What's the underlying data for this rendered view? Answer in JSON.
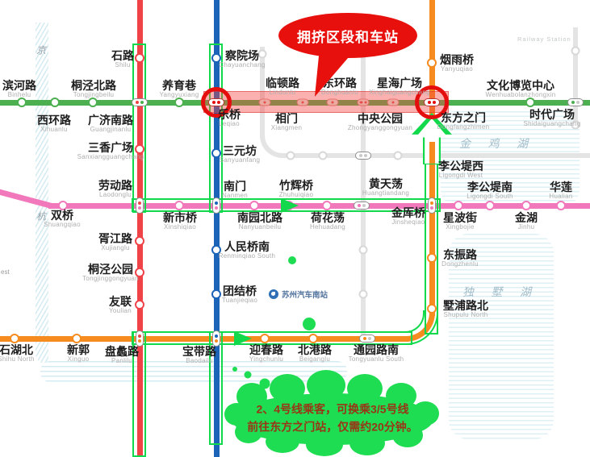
{
  "callouts": {
    "congestion": "拥挤区段和车站",
    "note_line1": "2、4号线乘客，可换乘3/5号线",
    "note_line2": "前往东方之门站，仅需约20分钟。"
  },
  "landmarks": {
    "jinjihu": "金 鸡 湖",
    "dushuhu": "独 墅 湖",
    "canal_char_top": "京",
    "canal_char_bottom": "杭",
    "railway_station_hint": "Railway Station",
    "edge_text_fragment": "est",
    "bus_station": "苏州汽车南站"
  },
  "colors": {
    "line1_green": "#4CB050",
    "line2_red": "#F04348",
    "line3_orange": "#F68B1F",
    "line4_blue": "#1B64B7",
    "line5_pink": "#F278BC",
    "under_construction_gray": "#E4E4E4",
    "highlight_route_green": "#12D94C",
    "congestion_red": "#E8100C"
  },
  "lines": {
    "line1": {
      "stations": {
        "binhelu": {
          "zh": "滨河路",
          "py": "Binhelu"
        },
        "xihuanlu": {
          "zh": "西环路",
          "py": "Xihuanlu"
        },
        "tongjingbeilu": {
          "zh": "桐泾北路",
          "py": "Tongjingbeilu"
        },
        "guangjinanlu": {
          "zh": "广济南路",
          "py": "Guangjinanlu"
        },
        "yangyuxiang": {
          "zh": "养育巷",
          "py": "Yangyuxiang"
        },
        "leqiao": {
          "zh": "乐桥",
          "py": "Leqiao"
        },
        "lindunlu": {
          "zh": "临顿路",
          "py": "Lindunlu"
        },
        "xiangmen": {
          "zh": "相门",
          "py": "Xiangmen"
        },
        "donghuanlu": {
          "zh": "东环路",
          "py": "Donghuanlu"
        },
        "xinghaiguangchang": {
          "zh": "星海广场",
          "py": "Xinghaiguangchang"
        },
        "zhongyanggongyuan": {
          "zh": "中央公园",
          "py": "Zhongyanggongyuan"
        },
        "dongfangzhimen": {
          "zh": "东方之门",
          "py": "Dongfangzhimen"
        },
        "wenhuabolanzhongxin": {
          "zh": "文化博览中心",
          "py": "Wenhuabolanzhongxin"
        },
        "shidaiguangchang": {
          "zh": "时代广场",
          "py": "Shidaiguangchang"
        }
      }
    },
    "line2": {
      "stations": {
        "shilu": {
          "zh": "石路",
          "py": "Shilu"
        },
        "sanxiangguangchang": {
          "zh": "三香广场",
          "py": "Sanxiangguangchang"
        },
        "laodonglu": {
          "zh": "劳动路",
          "py": "Laodonglu"
        },
        "xujianglu": {
          "zh": "胥江路",
          "py": "Xujianglu"
        },
        "tongjinggongyuan": {
          "zh": "桐泾公园",
          "py": "Tongjinggongyuan"
        },
        "youlian": {
          "zh": "友联",
          "py": "Youlian"
        },
        "panlilu": {
          "zh": "盘蠡路",
          "py": "Panlilu"
        }
      }
    },
    "line3": {
      "stations": {
        "shihubei": {
          "zh": "石湖北",
          "py": "Shihu North"
        },
        "xinguo": {
          "zh": "新郭",
          "py": "Xinguo"
        },
        "yingchunlu": {
          "zh": "迎春路",
          "py": "Yingchunlu"
        },
        "beiganglu": {
          "zh": "北港路",
          "py": "Beiganglu"
        },
        "tongyuanlunan": {
          "zh": "通园路南",
          "py": "Tongyuanlu South"
        },
        "shupulubei": {
          "zh": "墅浦路北",
          "py": "Shupulu North"
        },
        "dongzhenlu": {
          "zh": "东振路",
          "py": "Dongzhenlu"
        },
        "ligongdixi": {
          "zh": "李公堤西",
          "py": "Ligongdi West"
        },
        "yanyuqiao": {
          "zh": "烟雨桥",
          "py": "Yanyuqiao"
        }
      }
    },
    "line4": {
      "stations": {
        "chayuanchang": {
          "zh": "察院场",
          "py": "Chayuanchang"
        },
        "sanyuanfang": {
          "zh": "三元坊",
          "py": "Sanyuanfang"
        },
        "nanmen": {
          "zh": "南门",
          "py": "Nanmen"
        },
        "renminqiaonan": {
          "zh": "人民桥南",
          "py": "Renminqiao South"
        },
        "tuanjieqiao": {
          "zh": "团结桥",
          "py": "Tuanjieqiao"
        },
        "baodailu": {
          "zh": "宝带路",
          "py": "Baodailu"
        }
      }
    },
    "line5": {
      "stations": {
        "shuangqiao": {
          "zh": "双桥",
          "py": "Shuangqiao"
        },
        "xinshiqiao": {
          "zh": "新市桥",
          "py": "Xinshiqiao"
        },
        "nanyuanbeilu": {
          "zh": "南园北路",
          "py": "Nanyuanbeilu"
        },
        "zhuhuiqiao": {
          "zh": "竹辉桥",
          "py": "Zhuhuiqiao"
        },
        "hehuadang": {
          "zh": "荷花荡",
          "py": "Hehuadang"
        },
        "huangtiandang": {
          "zh": "黄天荡",
          "py": "Huangtiandang"
        },
        "jinsheqiao": {
          "zh": "金厍桥",
          "py": "Jinsheqiao"
        },
        "xingbojie": {
          "zh": "星波街",
          "py": "Xingbojie"
        },
        "ligongdinan": {
          "zh": "李公堤南",
          "py": "Ligongdi South"
        },
        "jinhu": {
          "zh": "金湖",
          "py": "Jinhu"
        },
        "hualian": {
          "zh": "华莲",
          "py": "Hualian"
        }
      }
    }
  }
}
